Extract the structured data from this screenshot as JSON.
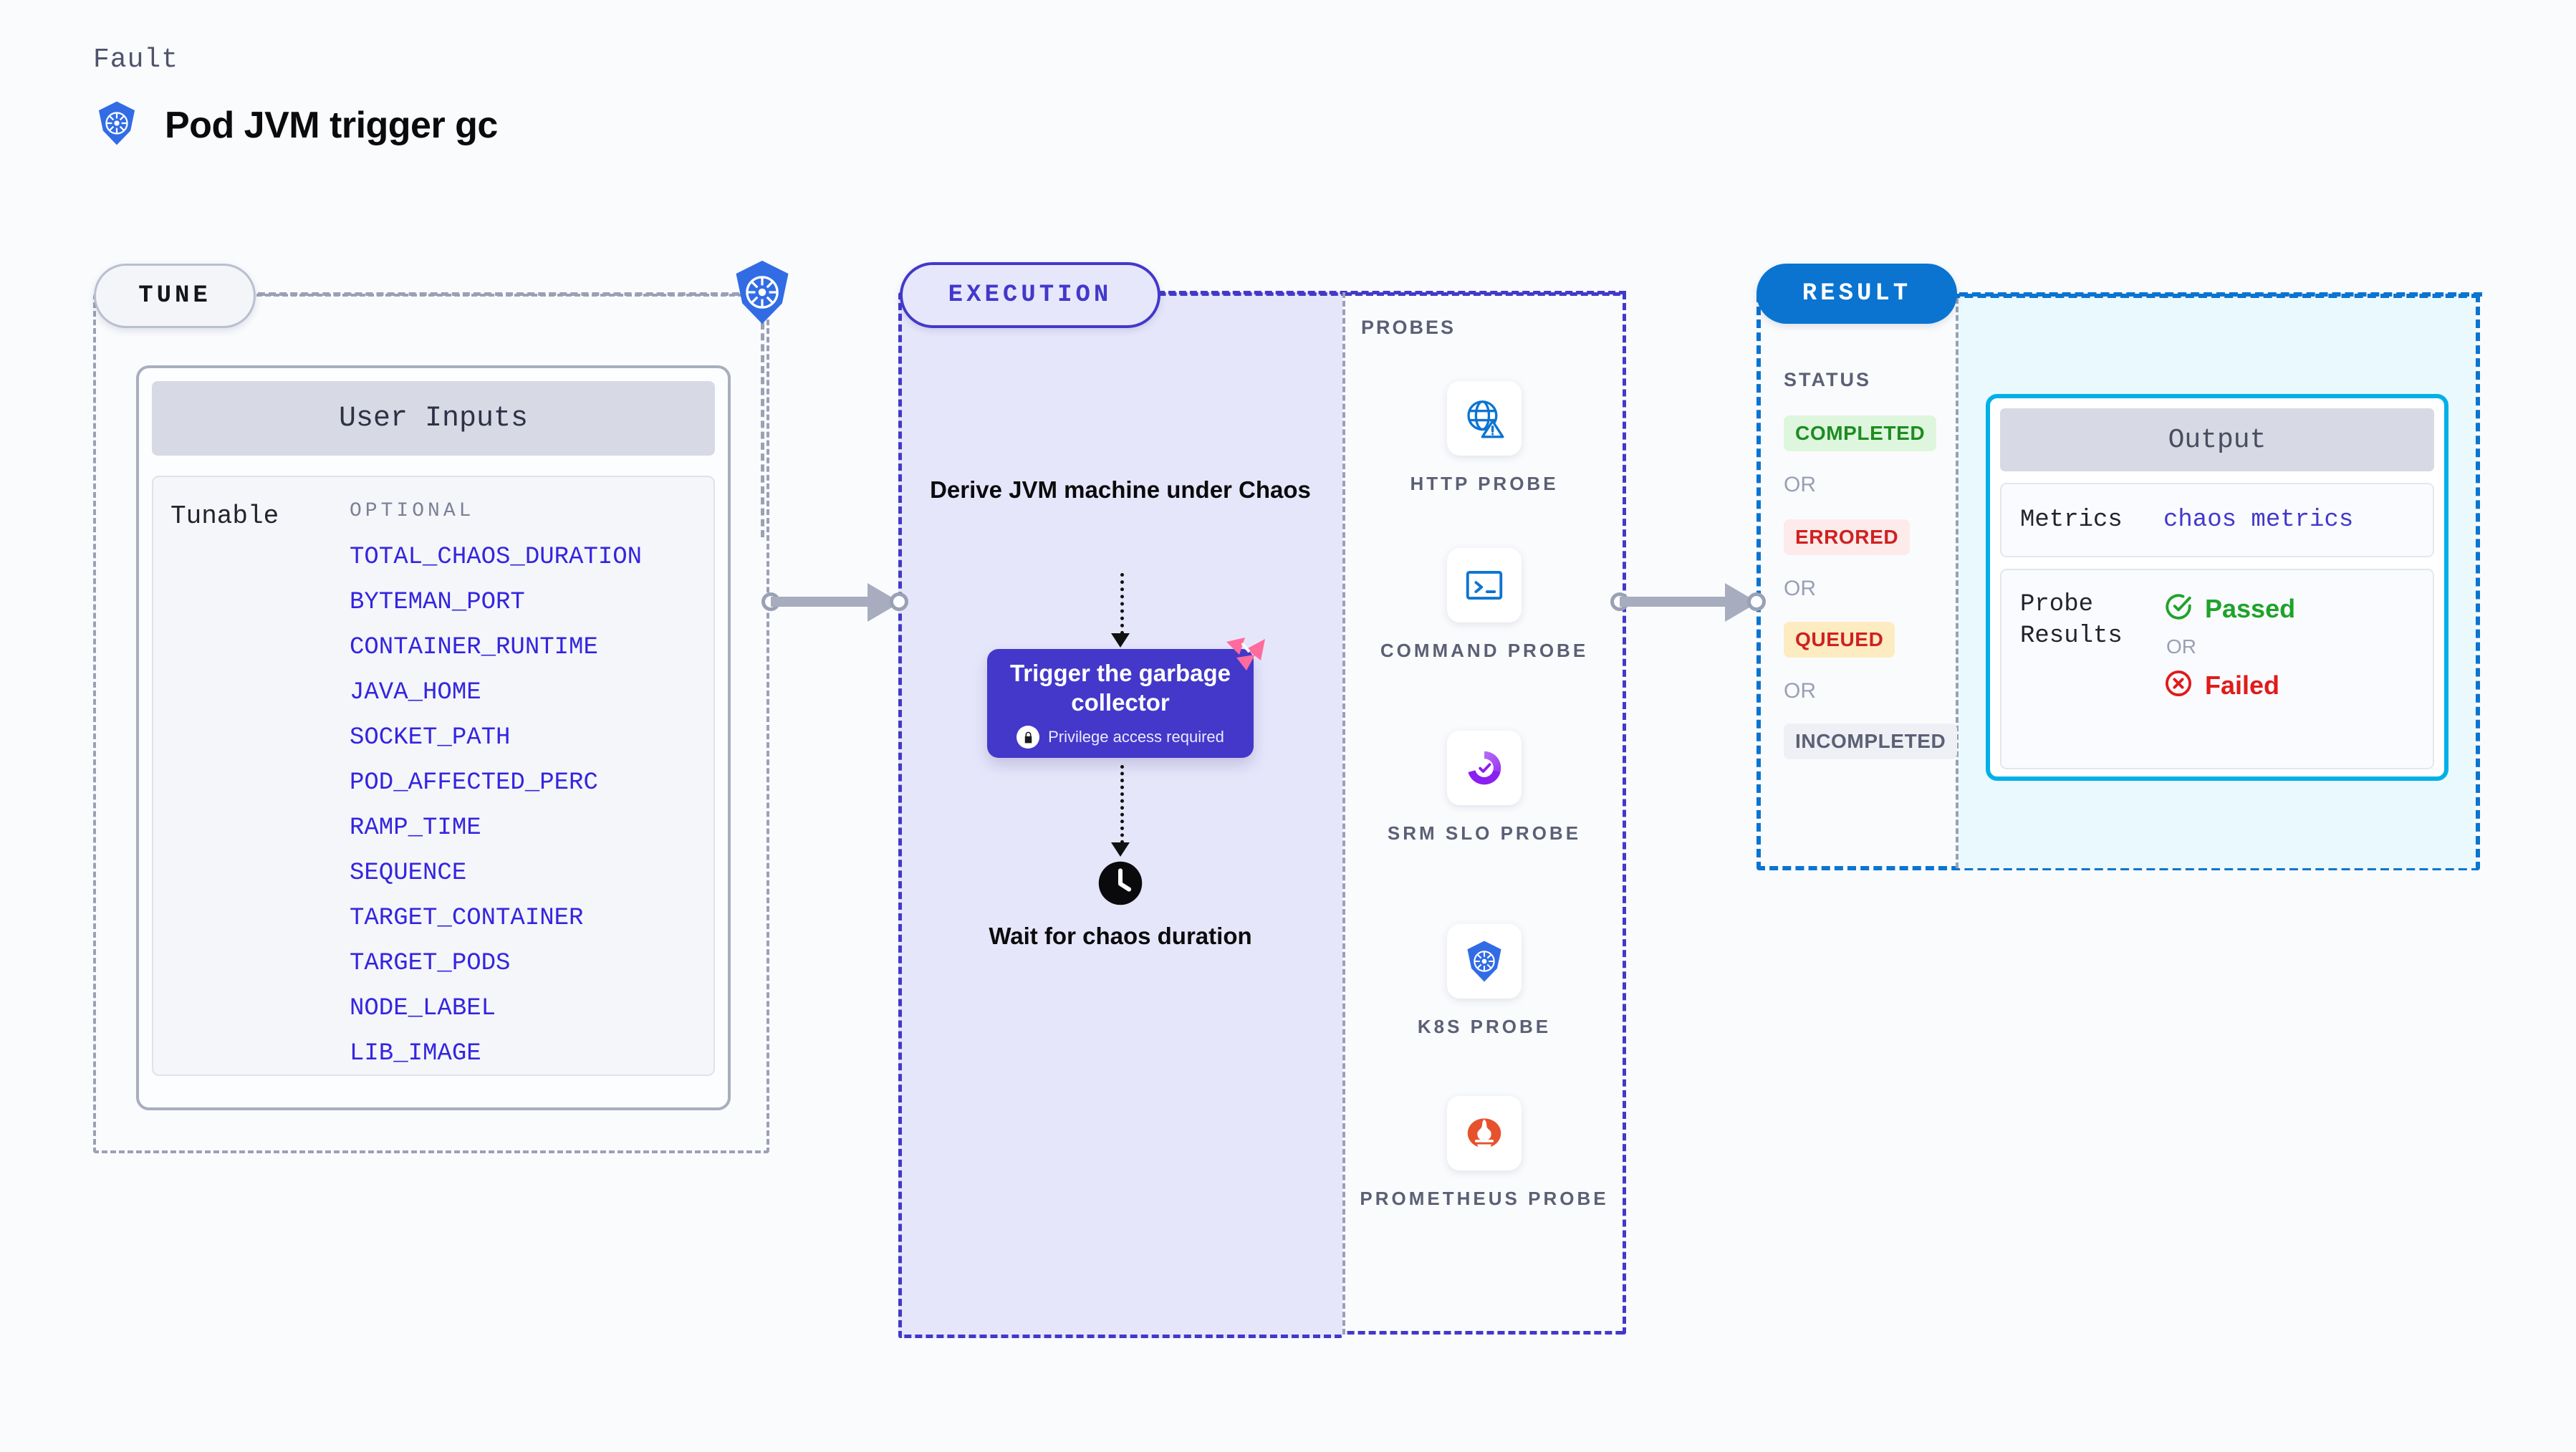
{
  "header": {
    "eyebrow": "Fault",
    "title": "Pod JVM trigger gc",
    "icon": "kubernetes-icon"
  },
  "tune": {
    "tag": "TUNE",
    "icon": "kubernetes-icon",
    "card_title": "User Inputs",
    "tunable_label": "Tunable",
    "optional_label": "OPTIONAL",
    "tunables": [
      "TOTAL_CHAOS_DURATION",
      "BYTEMAN_PORT",
      "CONTAINER_RUNTIME",
      "JAVA_HOME",
      "SOCKET_PATH",
      "POD_AFFECTED_PERC",
      "RAMP_TIME",
      "SEQUENCE",
      "TARGET_CONTAINER",
      "TARGET_PODS",
      "NODE_LABEL",
      "LIB_IMAGE"
    ]
  },
  "execution": {
    "tag": "EXECUTION",
    "step_derive": "Derive JVM machine under Chaos",
    "action_title": "Trigger the garbage collector",
    "action_note": "Privilege access required",
    "action_note_icon": "lock-icon",
    "action_badge_icon": "harness-chaos-icon",
    "wait_icon": "clock-icon",
    "step_wait": "Wait for chaos duration"
  },
  "probes": {
    "label": "PROBES",
    "items": [
      {
        "name": "HTTP PROBE",
        "icon": "globe-warning-icon"
      },
      {
        "name": "COMMAND PROBE",
        "icon": "terminal-icon"
      },
      {
        "name": "SRM SLO PROBE",
        "icon": "srm-slo-icon"
      },
      {
        "name": "K8S PROBE",
        "icon": "kubernetes-icon"
      },
      {
        "name": "PROMETHEUS PROBE",
        "icon": "prometheus-icon"
      }
    ]
  },
  "result": {
    "tag": "RESULT",
    "status_label": "STATUS",
    "or": "OR",
    "statuses": [
      {
        "text": "COMPLETED",
        "bg": "#ddf6dd",
        "fg": "#1e8c22"
      },
      {
        "text": "ERRORED",
        "bg": "#fdeaea",
        "fg": "#cf2121"
      },
      {
        "text": "QUEUED",
        "bg": "#fdecc2",
        "fg": "#cf2121"
      },
      {
        "text": "INCOMPLETED",
        "bg": "#eef0f5",
        "fg": "#5b6075"
      }
    ],
    "output": {
      "title": "Output",
      "metrics_label": "Metrics",
      "metrics_value": "chaos metrics",
      "probe_results_label": "Probe Results",
      "passed": "Passed",
      "failed": "Failed",
      "passed_icon": "check-circle-icon",
      "failed_icon": "x-circle-icon"
    }
  },
  "colors": {
    "accent_indigo": "#4338ca",
    "accent_blue": "#0a74d0",
    "accent_cyan": "#00b0e8",
    "k8s_blue": "#326ce5",
    "harness_pink": "#ff6b9d",
    "prometheus_orange": "#e6522c"
  }
}
